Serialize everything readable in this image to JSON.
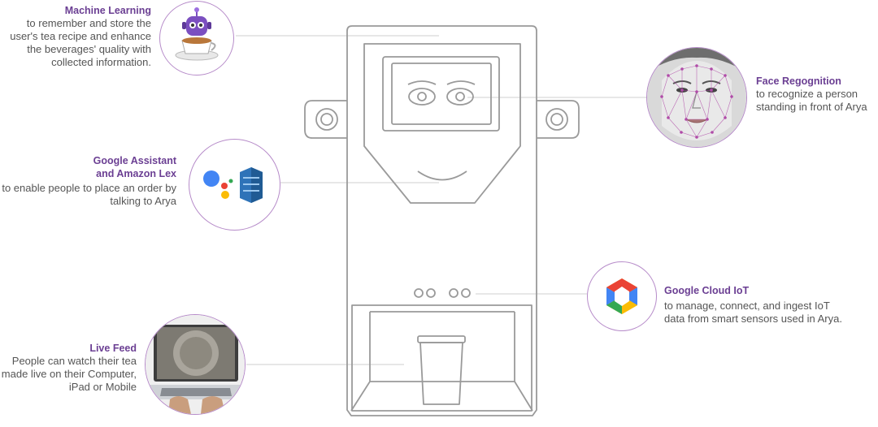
{
  "features": {
    "machine_learning": {
      "title": "Machine Learning",
      "desc": "to remember and store the user's tea recipe and enhance the beverages' quality with collected information.",
      "icon": "robot-tea-cup-icon"
    },
    "assistant": {
      "title_line1": "Google Assistant",
      "title_line2": "and Amazon Lex",
      "desc": "to enable people to place an order by talking to Arya",
      "icons": [
        "google-assistant-icon",
        "amazon-lex-icon"
      ]
    },
    "live_feed": {
      "title": "Live Feed",
      "desc": "People can watch their tea made live on their Computer, iPad or Mobile",
      "icon": "laptop-photo-icon"
    },
    "face": {
      "title": "Face Regognition",
      "desc": "to recognize a person standing in front of Arya",
      "icon": "face-mesh-photo-icon"
    },
    "iot": {
      "title": "Google Cloud IoT",
      "desc": "to manage, connect, and ingest IoT data from smart sensors used in Arya.",
      "icon": "google-cloud-iot-icon"
    }
  },
  "colors": {
    "title": "#6b3f93",
    "text": "#555555",
    "outline": "#999999",
    "circle_border": "#b68bc9",
    "connector": "#cfcfcf"
  }
}
